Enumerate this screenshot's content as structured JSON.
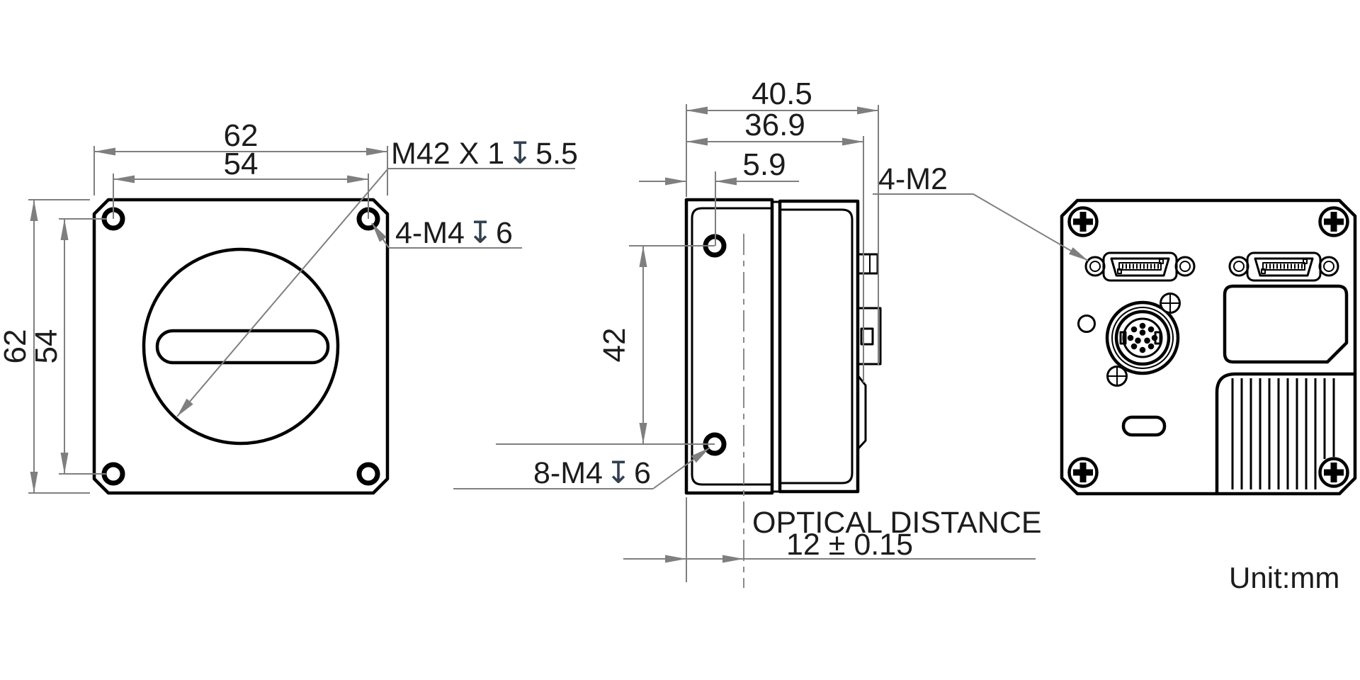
{
  "unit_note": "Unit:mm",
  "colors": {
    "object_line": "#000000",
    "dimension_line": "#7f7f7f",
    "text": "#1c1c1c",
    "depth_symbol": "#32404f",
    "background": "#ffffff"
  },
  "front_view": {
    "width_overall": "62",
    "width_hole_spacing": "54",
    "height_overall": "62",
    "height_hole_spacing": "54",
    "lens_mount_callout": {
      "prefix": "M42 X 1",
      "depth_symbol": "↧",
      "depth": "5.5"
    },
    "mount_holes_callout": {
      "prefix": "4-M4",
      "depth_symbol": "↧",
      "depth": "6"
    }
  },
  "side_view": {
    "depth_overall": "40.5",
    "depth_body": "36.9",
    "front_to_hole": "5.9",
    "hole_spacing": "42",
    "side_holes_callout": {
      "prefix": "8-M4",
      "depth_symbol": "↧",
      "depth": "6"
    },
    "optical_distance": {
      "label": "OPTICAL DISTANCE",
      "value": "12 ± 0.15"
    }
  },
  "back_view": {
    "connector_screws_callout": "4-M2"
  }
}
